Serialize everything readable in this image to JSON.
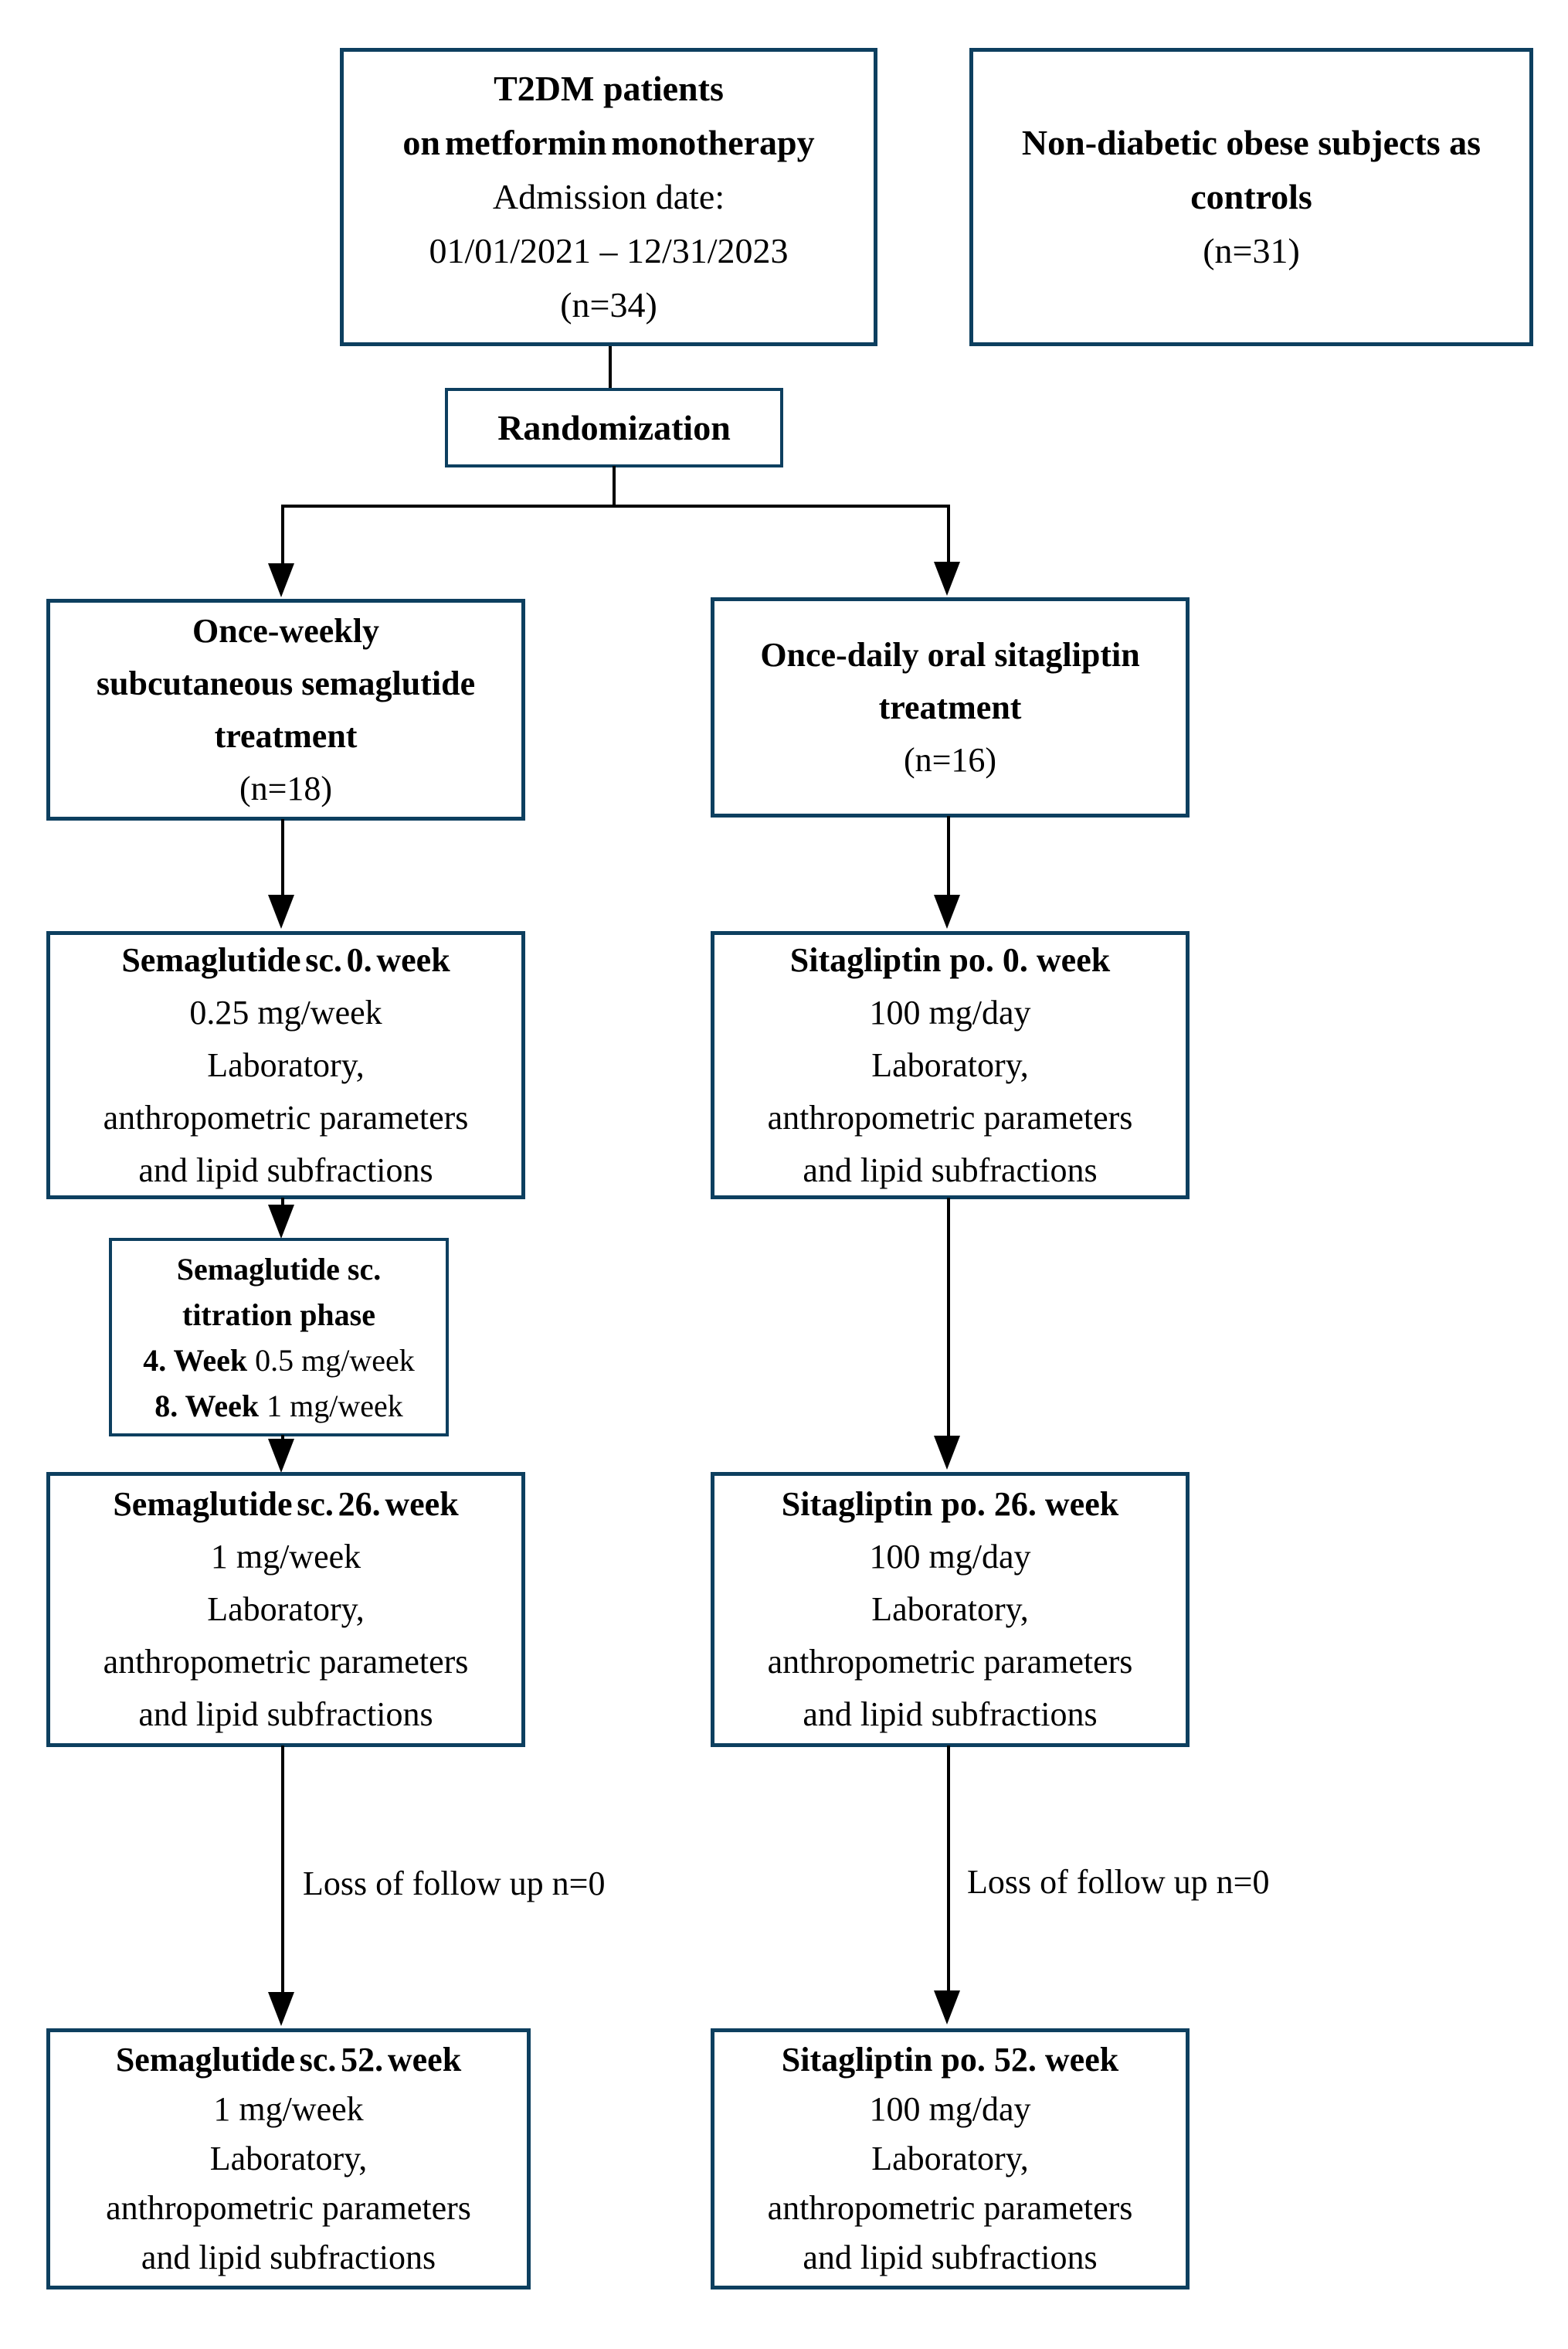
{
  "colors": {
    "box_border": "#0d3f5f",
    "connector": "#000000",
    "background": "#ffffff",
    "text": "#000000"
  },
  "boxes": {
    "t2dm": {
      "lines": [
        {
          "text": "T2DM patients",
          "bold": true
        },
        {
          "text": "on metformin monotherapy",
          "bold": true
        },
        {
          "text": "Admission date:",
          "bold": false
        },
        {
          "text": "01/01/2021 – 12/31/2023",
          "bold": false
        },
        {
          "text": "(n=34)",
          "bold": false
        }
      ]
    },
    "controls": {
      "lines": [
        {
          "text": "Non-diabetic obese subjects as",
          "bold": true
        },
        {
          "text": "controls",
          "bold": true
        },
        {
          "text": "(n=31)",
          "bold": false
        }
      ]
    },
    "randomization": {
      "label": "Randomization"
    },
    "sema_allocation": {
      "lines": [
        {
          "text": "Once-weekly",
          "bold": true
        },
        {
          "text": "subcutaneous semaglutide",
          "bold": true
        },
        {
          "text": "treatment",
          "bold": true
        },
        {
          "text": "(n=18)",
          "bold": false
        }
      ]
    },
    "sita_allocation": {
      "lines": [
        {
          "text": "Once-daily oral sitagliptin",
          "bold": true
        },
        {
          "text": "treatment",
          "bold": true
        },
        {
          "text": "(n=16)",
          "bold": false
        }
      ]
    },
    "sema_week0": {
      "lines": [
        {
          "text": "Semaglutide sc. 0. week",
          "bold": true
        },
        {
          "text": "0.25 mg/week",
          "bold": false
        },
        {
          "text": "Laboratory,",
          "bold": false
        },
        {
          "text": "anthropometric parameters",
          "bold": false
        },
        {
          "text": "and lipid subfractions",
          "bold": false
        }
      ]
    },
    "sita_week0": {
      "lines": [
        {
          "text": "Sitagliptin po. 0. week",
          "bold": true
        },
        {
          "text": "100 mg/day",
          "bold": false
        },
        {
          "text": "Laboratory,",
          "bold": false
        },
        {
          "text": "anthropometric parameters",
          "bold": false
        },
        {
          "text": "and lipid subfractions",
          "bold": false
        }
      ]
    },
    "sema_titration": {
      "lines": [
        {
          "parts": [
            {
              "text": "Semaglutide sc.",
              "bold": true
            }
          ]
        },
        {
          "parts": [
            {
              "text": "titration phase",
              "bold": true
            }
          ]
        },
        {
          "parts": [
            {
              "text": "4. Week ",
              "bold": true
            },
            {
              "text": "0.5 mg/week",
              "bold": false
            }
          ]
        },
        {
          "parts": [
            {
              "text": "8. Week ",
              "bold": true
            },
            {
              "text": "1 mg/week",
              "bold": false
            }
          ]
        }
      ]
    },
    "sema_week26": {
      "lines": [
        {
          "text": "Semaglutide sc. 26. week",
          "bold": true
        },
        {
          "text": "1 mg/week",
          "bold": false
        },
        {
          "text": "Laboratory,",
          "bold": false
        },
        {
          "text": "anthropometric parameters",
          "bold": false
        },
        {
          "text": "and lipid subfractions",
          "bold": false
        }
      ]
    },
    "sita_week26": {
      "lines": [
        {
          "text": "Sitagliptin po. 26. week",
          "bold": true
        },
        {
          "text": "100 mg/day",
          "bold": false
        },
        {
          "text": "Laboratory,",
          "bold": false
        },
        {
          "text": "anthropometric parameters",
          "bold": false
        },
        {
          "text": "and lipid subfractions",
          "bold": false
        }
      ]
    },
    "sema_week52": {
      "lines": [
        {
          "text": "Semaglutide sc. 52. week",
          "bold": true
        },
        {
          "text": "1 mg/week",
          "bold": false
        },
        {
          "text": "Laboratory,",
          "bold": false
        },
        {
          "text": "anthropometric parameters",
          "bold": false
        },
        {
          "text": "and lipid subfractions",
          "bold": false
        }
      ]
    },
    "sita_week52": {
      "lines": [
        {
          "text": "Sitagliptin po. 52. week",
          "bold": true
        },
        {
          "text": "100 mg/day",
          "bold": false
        },
        {
          "text": "Laboratory,",
          "bold": false
        },
        {
          "text": "anthropometric parameters",
          "bold": false
        },
        {
          "text": "and lipid subfractions",
          "bold": false
        }
      ]
    }
  },
  "labels": {
    "loss_semaglutide": "Loss of follow up n=0",
    "loss_sitagliptin": "Loss of follow up n=0"
  }
}
